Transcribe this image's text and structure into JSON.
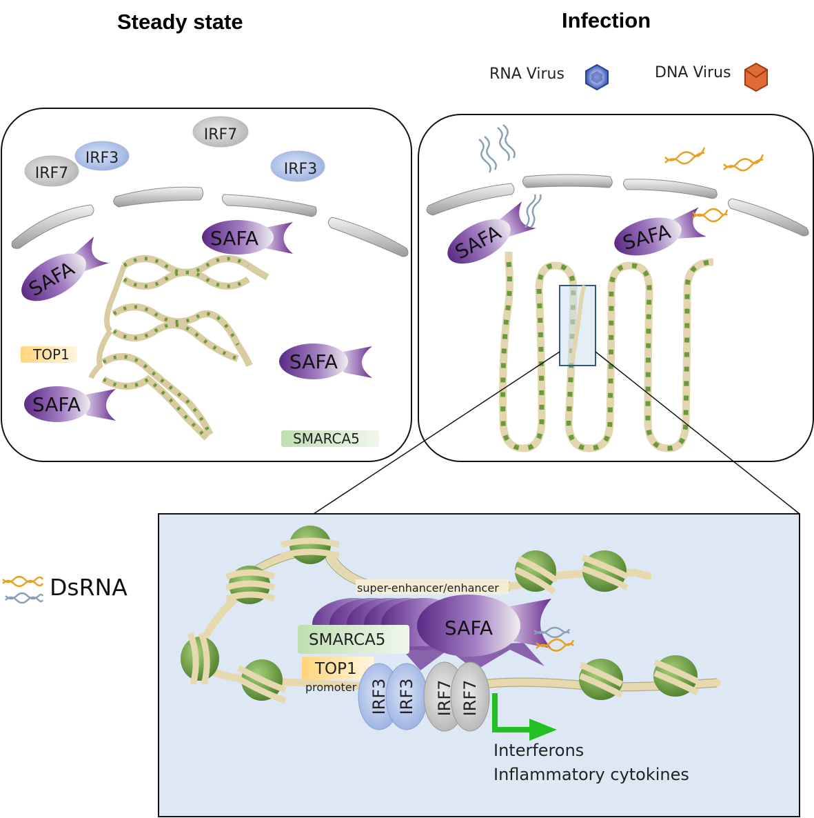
{
  "titles": {
    "steady_state": "Steady state",
    "infection": "Infection"
  },
  "legend": {
    "rna_virus": "RNA Virus",
    "dna_virus": "DNA Virus",
    "dsrna": "DsRNA"
  },
  "steady_panel": {
    "irf7_a": "IRF7",
    "irf3_a": "IRF3",
    "irf7_b": "IRF7",
    "irf3_b": "IRF3",
    "safa_1": "SAFA",
    "safa_2": "SAFA",
    "safa_3": "SAFA",
    "safa_4": "SAFA",
    "top1": "TOP1",
    "smarca5": "SMARCA5"
  },
  "infection_panel": {
    "safa_left": "SAFA",
    "safa_right": "SAFA"
  },
  "zoom_panel": {
    "super_enhancer": "super-enhancer/enhancer",
    "safa": "SAFA",
    "smarca5": "SMARCA5",
    "top1": "TOP1",
    "promoter": "promoter",
    "irf3_1": "IRF3",
    "irf3_2": "IRF3",
    "irf7_1": "IRF7",
    "irf7_2": "IRF7",
    "output_1": "Interferons",
    "output_2": "Inflammatory cytokines"
  },
  "colors": {
    "safa_purple": "#6a2d8f",
    "irf3_blue": "#a9bee6",
    "irf7_gray": "#c8c8c8",
    "nucleosome_green": "#6a9a3c",
    "dna_beige": "#e8dcb8",
    "rna_strand": "#8aa0b8",
    "dna_strand": "#e8a020",
    "arrow_green": "#22c022",
    "zoom_bg": "#dde8f4"
  }
}
